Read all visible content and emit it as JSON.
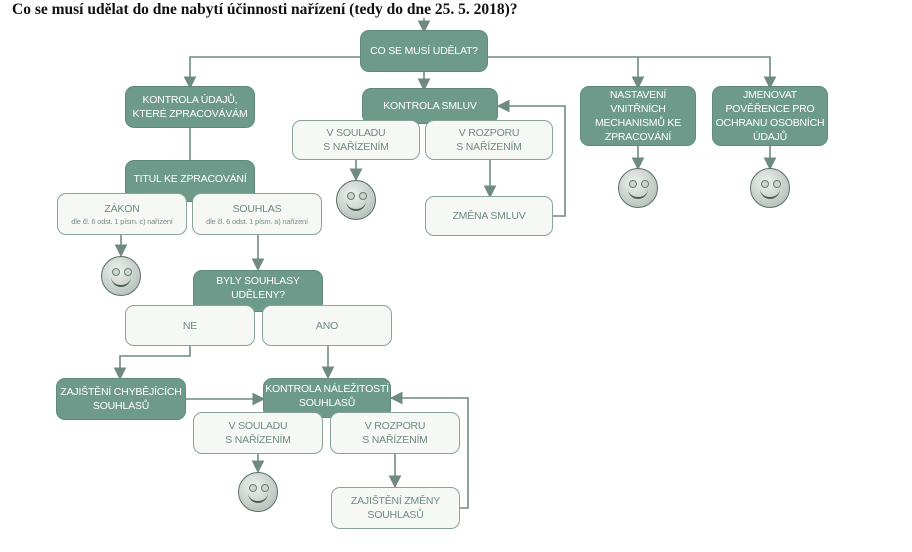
{
  "title": "Co se musí udělat do dne nabytí účinnosti nařízení (tedy do dne 25. 5. 2018)?",
  "nodes": {
    "root": "CO SE MUSÍ UDĚLAT?",
    "kontrola_udaju": [
      "KONTROLA ÚDAJŮ,",
      "KTERÉ ZPRACOVÁVÁM"
    ],
    "kontrola_smluv": "KONTROLA SMLUV",
    "nastaveni": [
      "NASTAVENÍ",
      "VNITŘNÍCH",
      "MECHANISMŮ KE",
      "ZPRACOVÁNÍ"
    ],
    "jmenovat": [
      "JMENOVAT",
      "POVĚŘENCE PRO",
      "OCHRANU OSOBNÍCH",
      "ÚDAJŮ"
    ],
    "smlouvy_soulad": [
      "V SOULADU",
      "S NAŘÍZENÍM"
    ],
    "smlouvy_rozpor": [
      "V ROZPORU",
      "S NAŘÍZENÍM"
    ],
    "zmena_smluv": "ZMĚNA SMLUV",
    "titul": "TITUL KE ZPRACOVÁNÍ",
    "zakon": "ZÁKON",
    "zakon_note": "dle čl. 6 odst. 1 písm. c) nařízení",
    "souhlas": "SOUHLAS",
    "souhlas_note": "dle čl. 6 odst. 1 písm. a) nařízení",
    "byly_souhlasy": [
      "BYLY SOUHLASY",
      "UDĚLENY?"
    ],
    "ne": "NE",
    "ano": "ANO",
    "zajisteni_chybejicich": [
      "ZAJIŠTĚNÍ CHYBĚJÍCÍCH",
      "SOUHLASŮ"
    ],
    "kontrola_nalezitosti": [
      "KONTROLA NÁLEŽITOSTÍ",
      "SOUHLASŮ"
    ],
    "souhlasy_soulad": [
      "V SOULADU",
      "S NAŘÍZENÍM"
    ],
    "souhlasy_rozpor": [
      "V ROZPORU",
      "S NAŘÍZENÍM"
    ],
    "zajisteni_zmeny": [
      "ZAJIŠTĚNÍ ZMĚNY",
      "SOUHLASŮ"
    ]
  },
  "colors": {
    "dark": "#6e9a8c",
    "light": "#f5f8f5",
    "line": "#6f8a80"
  }
}
